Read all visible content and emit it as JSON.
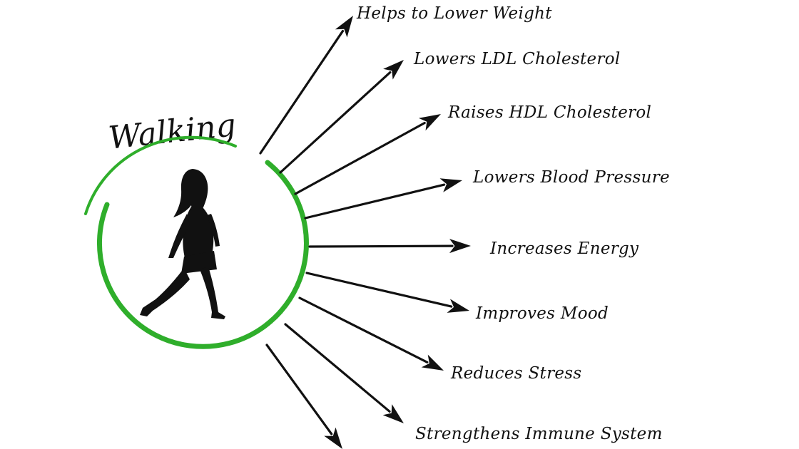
{
  "diagram": {
    "title": "Walking",
    "ring_color": "#2fae2b",
    "figure_color": "#111111",
    "figure_icon": "walking-woman-silhouette-icon",
    "benefits": [
      {
        "label": "Helps to Lower Weight"
      },
      {
        "label": "Lowers LDL Cholesterol"
      },
      {
        "label": "Raises HDL Cholesterol"
      },
      {
        "label": "Lowers Blood Pressure"
      },
      {
        "label": "Increases Energy"
      },
      {
        "label": "Improves Mood"
      },
      {
        "label": "Reduces Stress"
      },
      {
        "label": "Strengthens Immune System"
      }
    ]
  }
}
